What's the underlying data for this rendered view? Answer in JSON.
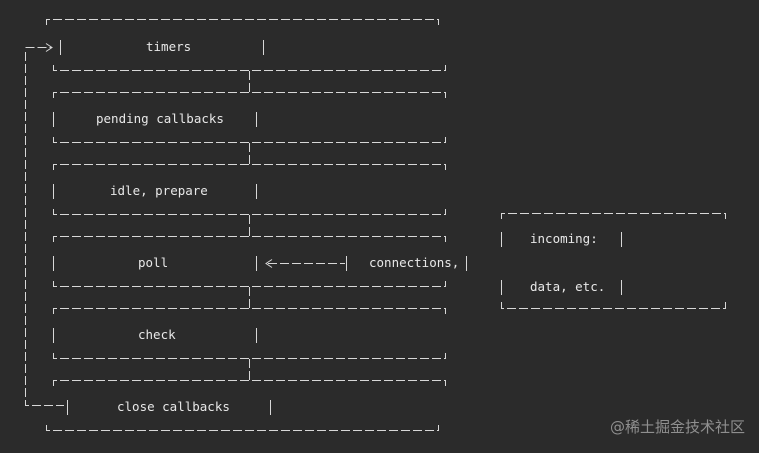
{
  "phases": [
    {
      "label": "timers"
    },
    {
      "label": "pending callbacks"
    },
    {
      "label": "idle, prepare"
    },
    {
      "label": "poll"
    },
    {
      "label": "check"
    },
    {
      "label": "close callbacks"
    }
  ],
  "incoming_box": {
    "line1": "incoming:",
    "line2": "data, etc."
  },
  "connections_label": "connections,",
  "watermark": "@稀土掘金技术社区",
  "colors": {
    "background": "#2b2b2b",
    "line": "#d8d8d8",
    "text": "#e8e8e8"
  }
}
